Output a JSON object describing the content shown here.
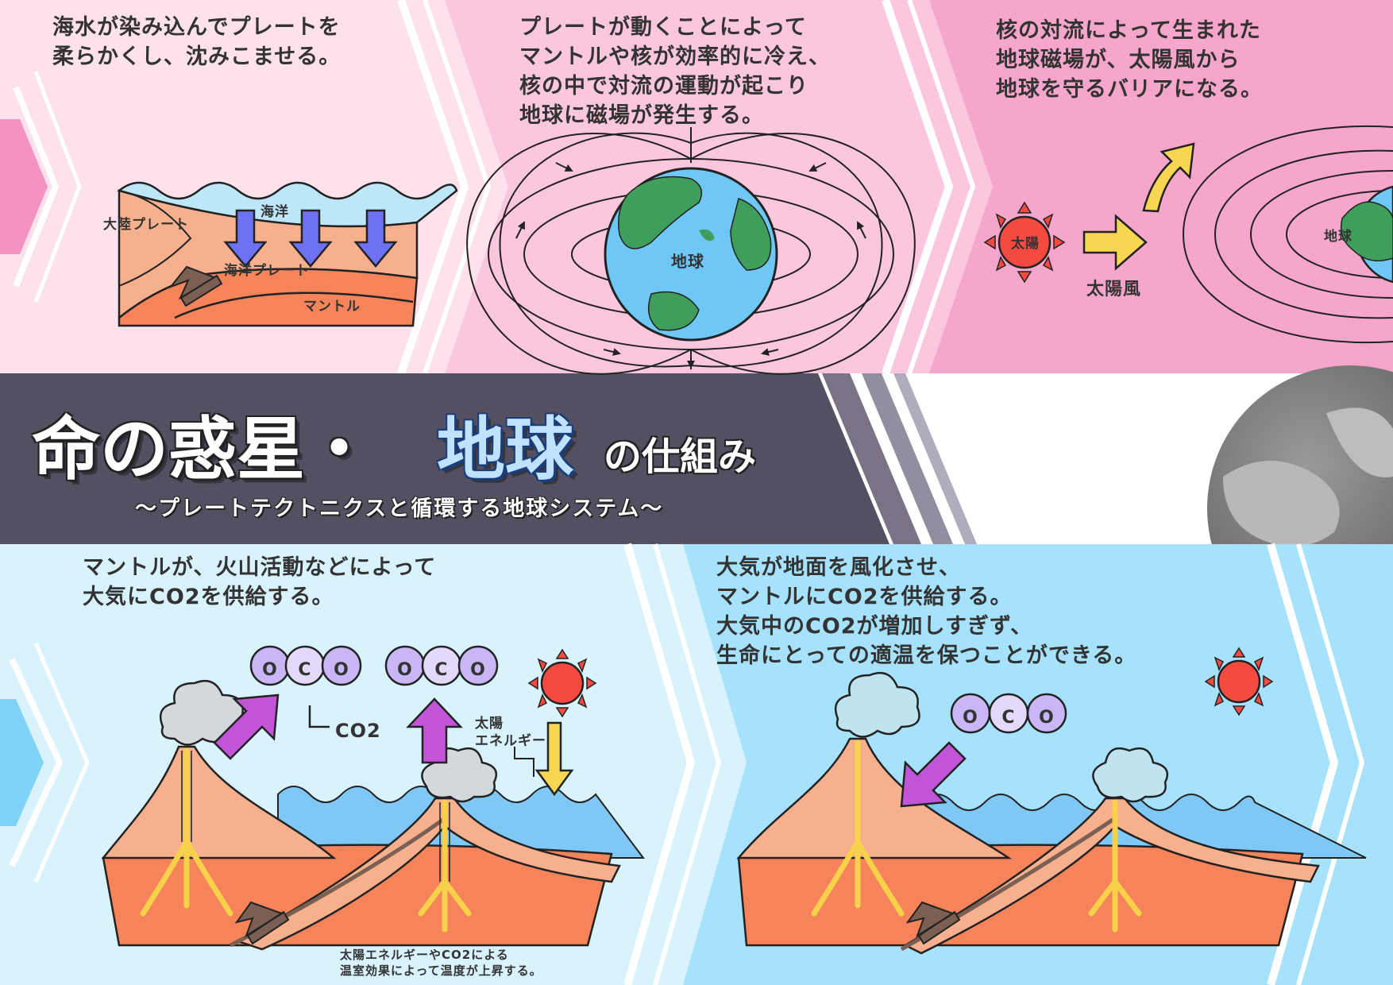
{
  "title": {
    "main": "命の惑星・",
    "accent": "地球",
    "suffix": "の仕組み",
    "subtitle": "〜プレートテクトニクスと循環する地球システム〜"
  },
  "panels": {
    "subduction": {
      "text": "海水が染み込んでプレートを\n柔らかくし、沈みこませる。",
      "labels": {
        "ocean": "海洋",
        "continental_plate": "大陸プレート",
        "oceanic_plate": "海洋プレート",
        "mantle": "マントル"
      }
    },
    "magnetic": {
      "text": "プレートが動くことによって\nマントルや核が効率的に冷え、\n核の中で対流の運動が起こり\n地球に磁場が発生する。",
      "labels": {
        "earth": "地球"
      }
    },
    "barrier": {
      "text": "核の対流によって生まれた\n地球磁場が、太陽風から\n地球を守るバリアになる。",
      "labels": {
        "sun": "太陽",
        "solar_wind": "太陽風",
        "earth": "地球"
      }
    },
    "volcano": {
      "text": "マントルが、火山活動などによって\n大気にCO2を供給する。",
      "labels": {
        "co2": "CO2",
        "solar_energy": "太陽\nエネルギー",
        "greenhouse": "太陽エネルギーやCO2による\n温室効果によって温度が上昇する。"
      },
      "molecule_letters": [
        "O",
        "C",
        "O"
      ]
    },
    "weathering": {
      "text": "大気が地面を風化させ、\nマントルにCO2を供給する。\n大気中のCO2が増加しすぎず、\n生命にとっての適温を保つことができる。",
      "molecule_letters": [
        "O",
        "C",
        "O"
      ]
    }
  },
  "colors": {
    "pink_light": "#fcdcea",
    "pink_mid": "#f9b9d6",
    "pink_dark": "#f38dbe",
    "blue_light": "#d7f2fd",
    "blue_mid": "#9fe0fb",
    "banner": "#545061",
    "sun": "#f44a3f",
    "co2": "#c8b6f6",
    "ocean": "#6fc7f5",
    "mantle": "#f5845a",
    "crust": "#f7b08e",
    "land": "#3f9e5b",
    "magma": "#f7d14a",
    "arrow_blue": "#6c72f1",
    "arrow_purple": "#c254d8",
    "arrow_yellow": "#f8d652",
    "arrow_brown": "#7a5f52"
  },
  "icons": [
    "sun-icon",
    "earth-icon",
    "co2-molecule-icon",
    "volcano-icon",
    "arrow-icon"
  ]
}
